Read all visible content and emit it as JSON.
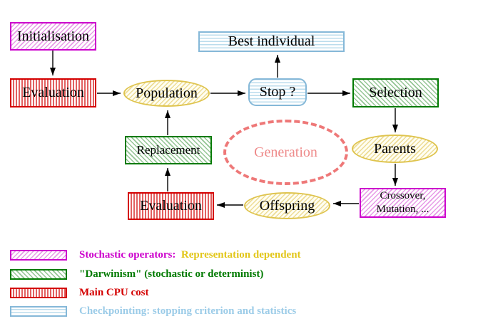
{
  "diagram": {
    "nodes": {
      "initialisation": {
        "label": "Initialisation"
      },
      "evaluation_top": {
        "label": "Evaluation"
      },
      "population": {
        "label": "Population"
      },
      "stop": {
        "label": "Stop ?"
      },
      "best_individual": {
        "label": "Best individual"
      },
      "selection": {
        "label": "Selection"
      },
      "parents": {
        "label": "Parents"
      },
      "crossover": {
        "label_line1": "Crossover,",
        "label_line2": "Mutation, ..."
      },
      "offspring": {
        "label": "Offspring"
      },
      "evaluation_bottom": {
        "label": "Evaluation"
      },
      "replacement": {
        "label": "Replacement"
      },
      "generation": {
        "label": "Generation"
      }
    },
    "legend": {
      "stochastic": {
        "label_primary": "Stochastic operators:",
        "label_secondary": "  Representation dependent"
      },
      "darwinism": {
        "label": "\"Darwinism\" (stochastic or determinist)"
      },
      "cpu": {
        "label": "Main CPU cost"
      },
      "checkpointing": {
        "label": "Checkpointing: stopping criterion and statistics"
      }
    },
    "colors": {
      "magenta": "#CC00CC",
      "red": "#D40000",
      "green": "#007A00",
      "yellow_border": "#DFC44E",
      "yellow_text": "#E2C619",
      "cyan_border": "#85B8D8",
      "cyan_text": "#9CCCE8",
      "salmon": "#EE7878",
      "arrow": "#000000"
    }
  }
}
